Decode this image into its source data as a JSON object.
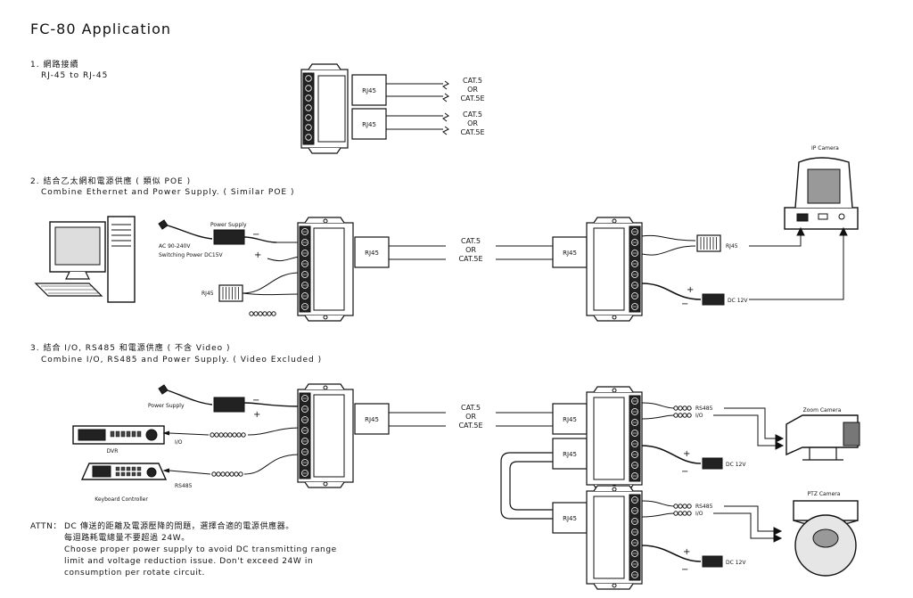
{
  "title": "FC-80 Application",
  "sections": [
    {
      "heading": "1. 網路接續",
      "subheading": "RJ-45 to RJ-45"
    },
    {
      "heading": "2. 結合乙太網和電源供應 ( 類似 POE )",
      "subheading": "Combine Ethernet and Power Supply. ( Similar POE )"
    },
    {
      "heading": "3. 結合 I/O, RS485 和電源供應 ( 不含 Video )",
      "subheading": "Combine I/O, RS485 and Power Supply. ( Video Excluded )"
    }
  ],
  "labels": {
    "rj45": "RJ45",
    "cat5": "CAT.5",
    "or": "OR",
    "cat5e": "CAT.5E",
    "power_supply": "Power Supply",
    "ac_spec": "AC 90-240V",
    "switching_spec": "Switching Power DC15V",
    "rj45_plug": "RJ45",
    "rj45_cam": "RJ45",
    "dc12v": "DC 12V",
    "ip_camera": "IP Camera",
    "io": "I/O",
    "rs485": "RS485",
    "dvr": "DVR",
    "keyboard_controller": "Keyboard Controller",
    "zoom_camera": "Zoom Camera",
    "ptz_camera": "PTZ Camera"
  },
  "attn": {
    "prefix": "ATTN：",
    "line1": "DC 傳送的距離及電源壓降的問題，選擇合適的電源供應器。",
    "line2": "每迴路耗電總量不要超過 24W。",
    "line3": "Choose proper power supply to avoid DC transmitting range",
    "line4": "limit and voltage reduction issue. Don't exceed 24W in",
    "line5": "consumption per rotate circuit."
  }
}
